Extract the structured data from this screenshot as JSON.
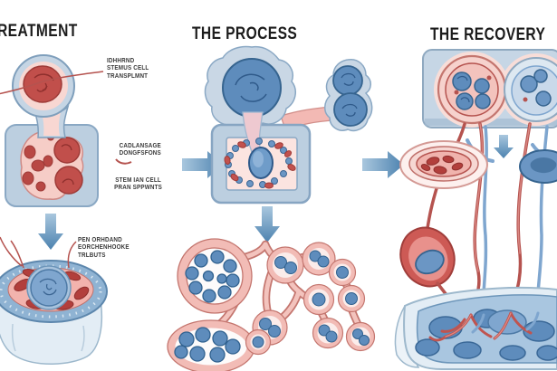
{
  "titles": {
    "treatment": "REATMENT",
    "process": "THE PROCESS",
    "recovery": "THE RECOVERY"
  },
  "labels": {
    "stem_transplant": "IDHHRND\nSTEMUS CELL\nTRANSPLMNT",
    "dosage": "CADLANSAGE\nDONGFSFONS",
    "stem_cell": "STEM IAN CELL\nPRAN SPPWNTS",
    "dish": "PEN ORHDAND\nEORCHENHOOKE\nTRLBUTS"
  },
  "icons": {
    "treatment_to_process": "arrow-right",
    "process_to_recovery": "arrow-right",
    "treatment_down": "arrow-down",
    "process_down": "arrow-down",
    "recovery_down": "arrow-down"
  },
  "colors": {
    "background": "#ffffff",
    "title_text": "#1c1c1c",
    "label_text": "#3a3a3a",
    "arrow_blue_dark": "#4c82af",
    "arrow_blue_light": "#a9c7de",
    "panel_blue": "#c0d2e2",
    "cell_blue": "#5e8cbc",
    "cell_red": "#c14f4b",
    "tissue_pink": "#f6d3ce",
    "vessel_pink": "#f2bcb6"
  }
}
